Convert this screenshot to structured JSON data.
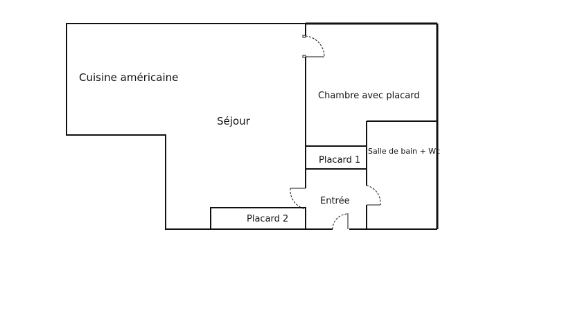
{
  "rooms": {
    "cuisine": "Cuisine américaine",
    "sejour": "Séjour",
    "chambre": "Chambre avec placard",
    "sdb": "Salle de bain + Wc",
    "placard1": "Placard 1",
    "entree": "Entrée",
    "placard2": "Placard 2"
  }
}
